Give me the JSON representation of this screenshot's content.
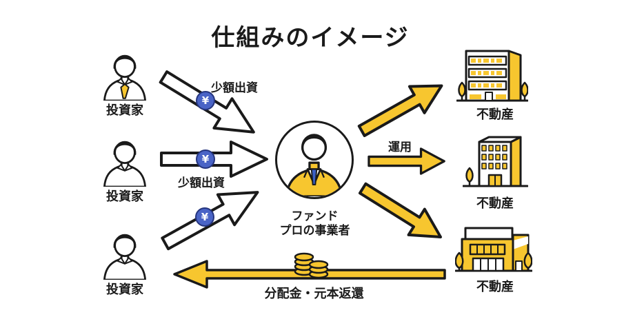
{
  "title": "仕組みのイメージ",
  "colors": {
    "yellow": "#F7C62F",
    "coin_blue": "#4A64C6",
    "coin_blue_border": "#25357E",
    "ink": "#1A1A1A",
    "tie_blue": "#3B5FC4"
  },
  "investors": [
    {
      "label": "投資家"
    },
    {
      "label": "投資家"
    },
    {
      "label": "投資家"
    }
  ],
  "fund": {
    "line1": "ファンド",
    "line2": "プロの事業者"
  },
  "properties": [
    {
      "label": "不動産"
    },
    {
      "label": "不動産"
    },
    {
      "label": "不動産"
    }
  ],
  "labels": {
    "investment_top": "少額出資",
    "investment_mid": "少額出資",
    "operation": "運用",
    "return": "分配金・元本返還"
  },
  "coin_symbol": "¥"
}
